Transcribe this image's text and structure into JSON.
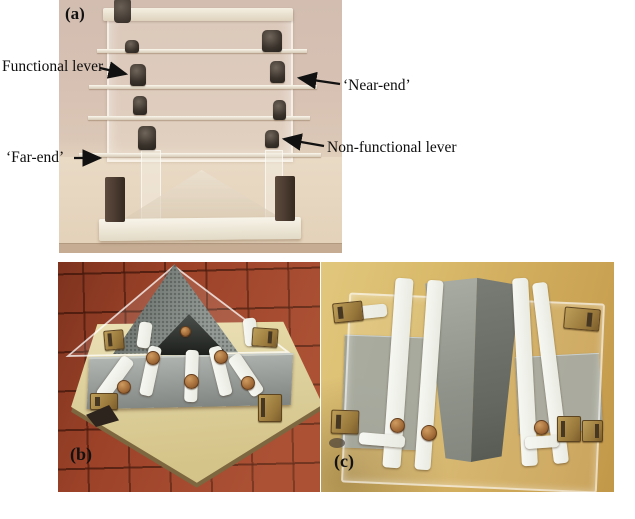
{
  "figure": {
    "type": "three-panel experimental apparatus photographs",
    "panels": {
      "a": {
        "label": "(a)"
      },
      "b": {
        "label": "(b)"
      },
      "c": {
        "label": "(c)"
      }
    },
    "annotations": {
      "functional_lever": {
        "text": "Functional lever",
        "arrow_direction": "right"
      },
      "near_end": {
        "text": "‘Near-end’",
        "arrow_direction": "left"
      },
      "far_end": {
        "text": "‘Far-end’",
        "arrow_direction": "right"
      },
      "non_functional_lever": {
        "text": "Non-functional lever",
        "arrow_direction": "left"
      }
    }
  },
  "colors": {
    "page_background": "#ffffff",
    "photo_a_background": "#d6c1b3",
    "photo_a_table": "#e7d7c2",
    "tile_floor_red": "#9c4229",
    "board_b_tan": "#dccf9b",
    "board_c_tan": "#d2ae5f",
    "metal_gray": "#8d928f",
    "lever_white": "#f3f4ee",
    "brass": "#a26b38",
    "dark_knob": "#3a332c",
    "annotation_text": "#0e0e0e"
  }
}
